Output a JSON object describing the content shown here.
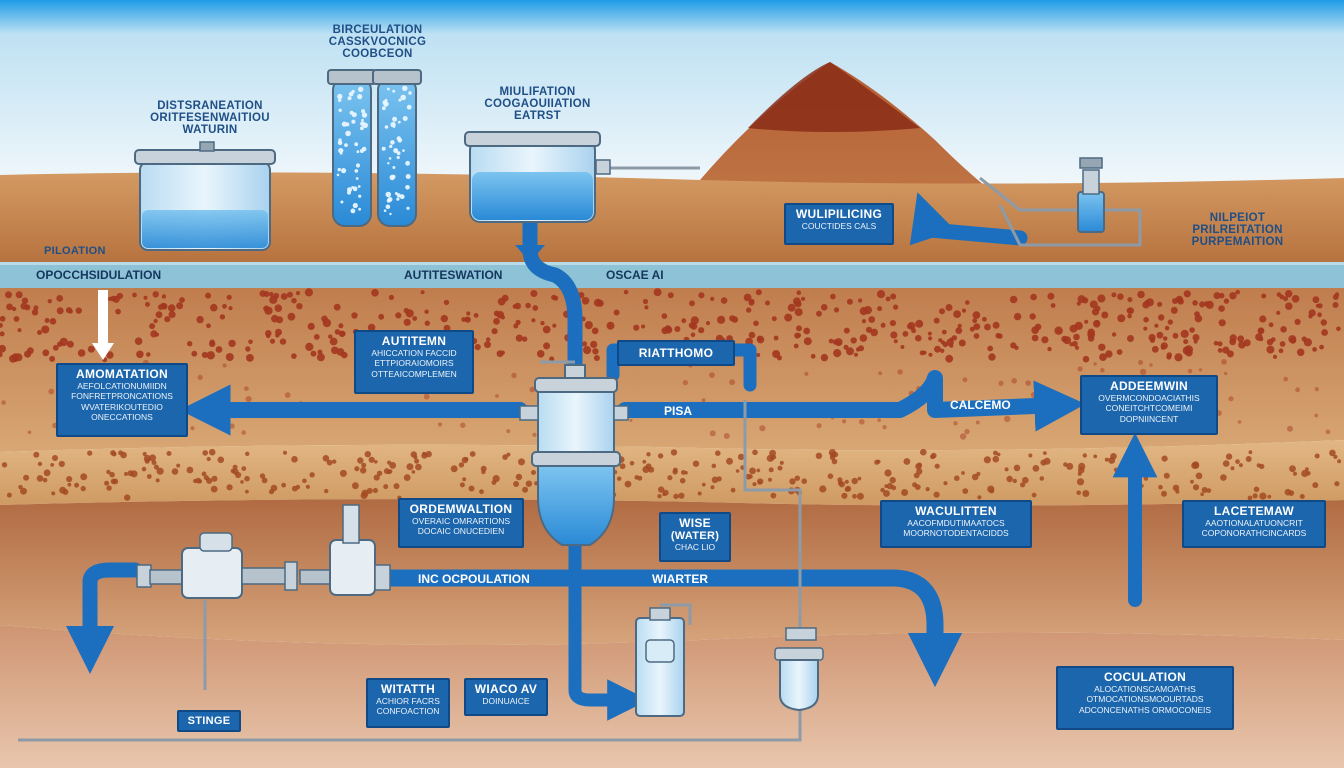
{
  "labels": {
    "top_center": [
      "BIRCEULATION",
      "CASSKVOCNICG",
      "COOBCEON"
    ],
    "top_left": [
      "DISTSRANEATION",
      "ORITFESENWAITIOU",
      "WATURIN"
    ],
    "middle_top": [
      "MIULIFATION",
      "COOGAOUIIATION",
      "EATRST"
    ],
    "right_top": [
      "NILPEIOT",
      "PRILREITATION",
      "PURPEMAITION"
    ],
    "left_small": "PILOATION"
  },
  "pipe_labels": {
    "band_left": "OPOCCHSIDULATION",
    "band_mid": "AUTITESWATION",
    "band_right": "OSCAE AI",
    "pipe_mid": "PISA",
    "pipe_calc": "CALCEMO",
    "pipe_lower": "INC OCPOULATION",
    "pipe_lower_right": "WIARTER"
  },
  "boxes": [
    {
      "id": "wulipilicing",
      "title": "WULIPILICING",
      "sub": [
        "COUCTIDES CALS"
      ]
    },
    {
      "id": "autitemn",
      "title": "AUTITEMN",
      "sub": [
        "AHICCATION FACCID",
        "ETTPIORAIOMOIRS",
        "OTTEAICOMPLEMEN"
      ]
    },
    {
      "id": "amomatation",
      "title": "AMOMATATION",
      "sub": [
        "AEFOLCATIONUMIIDN",
        "FONFRETPRONCATIONS",
        "WVATERIKOUTEDIO",
        "ONECCATIONS"
      ]
    },
    {
      "id": "ratthomo",
      "title": "RIATTHOMO",
      "sub": []
    },
    {
      "id": "addeemwin",
      "title": "ADDEEMWIN",
      "sub": [
        "OVERMCONDOACIATHIS",
        "CONEITCHTCOMEIMI",
        "DOPNIINCENT"
      ]
    },
    {
      "id": "ordemwaltion",
      "title": "ORDEMWALTION",
      "sub": [
        "OVERAIC OMRARTIONS",
        "DOCAIC ONUCEDIEN"
      ]
    },
    {
      "id": "wise",
      "title": "WISE",
      "sub": [
        "(WATER)",
        "CHAC LIO"
      ]
    },
    {
      "id": "waculitten",
      "title": "WACULITTEN",
      "sub": [
        "AACOFMDUTIMAATOCS",
        "MOORNOTODENTACIDDS"
      ]
    },
    {
      "id": "lacetemaw",
      "title": "LACETEMAW",
      "sub": [
        "AAOTIONALATUONCRIT",
        "COPONORATHCINCARDS"
      ]
    },
    {
      "id": "witatth",
      "title": "WITATTH",
      "sub": [
        "ACHIOR FACRS",
        "CONFOACTION"
      ]
    },
    {
      "id": "wiaco",
      "title": "WIACO AV",
      "sub": [
        "DOINUAICE"
      ]
    },
    {
      "id": "stinge",
      "title": "STINGE",
      "sub": []
    },
    {
      "id": "coculation",
      "title": "COCULATION",
      "sub": [
        "ALOCATIONSCAMOATHS",
        "OTMOCATIONSMOOURTADS",
        "ADCONCENATHS ORMOCONEIS"
      ]
    }
  ],
  "colors": {
    "sky_top": "#1f9ce6",
    "sky_bottom": "#eef7fc",
    "soil_light": "#c98a55",
    "soil_dark": "#8c4a2b",
    "gravel": "#a3361f",
    "band": "#8ec2d6",
    "pipe": "#1c6fbe",
    "box": "#1b66ad",
    "water": "#4aa8e8",
    "tank_body": "#cfe8f7"
  }
}
